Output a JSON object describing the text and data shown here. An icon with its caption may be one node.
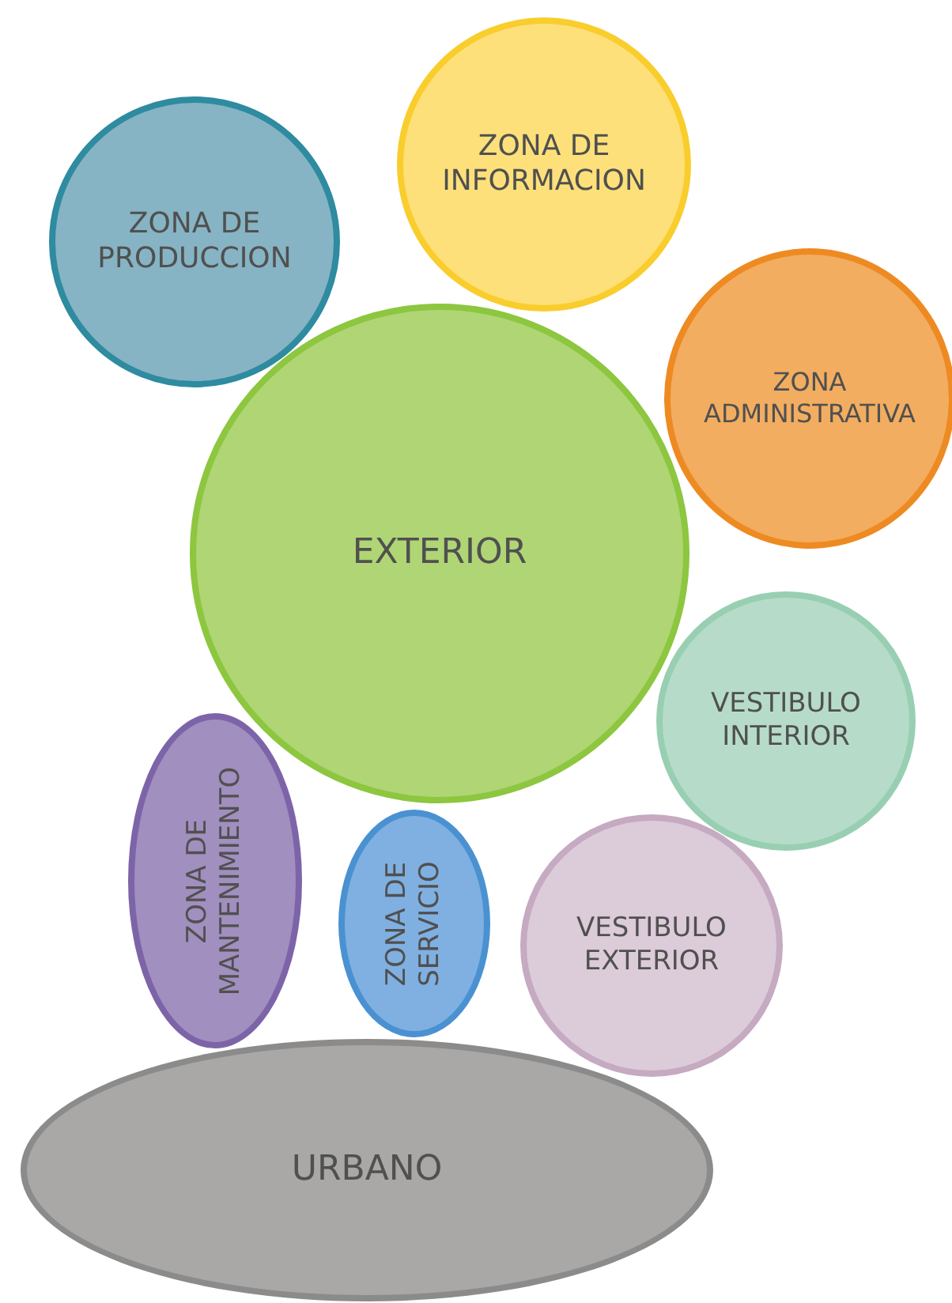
{
  "diagram": {
    "nodes": [
      {
        "text": [
          "ZONA DE INFORMACION"
        ]
      },
      {
        "text": [
          "ZONA DE PRODUCCION"
        ]
      },
      {
        "text": [
          "ZONA ADMINISTRATIVA"
        ]
      },
      {
        "text": [
          "EXTERIOR"
        ]
      },
      {
        "text": [
          "VESTIBULO INTERIOR"
        ]
      },
      {
        "text": [
          "ZONA DE MANTENIMIENTO"
        ]
      },
      {
        "text": [
          "ZONA DE SERVICIO"
        ]
      },
      {
        "text": [
          "VESTIBULO EXTERIOR"
        ]
      },
      {
        "text": [
          "URBANO"
        ]
      }
    ]
  }
}
